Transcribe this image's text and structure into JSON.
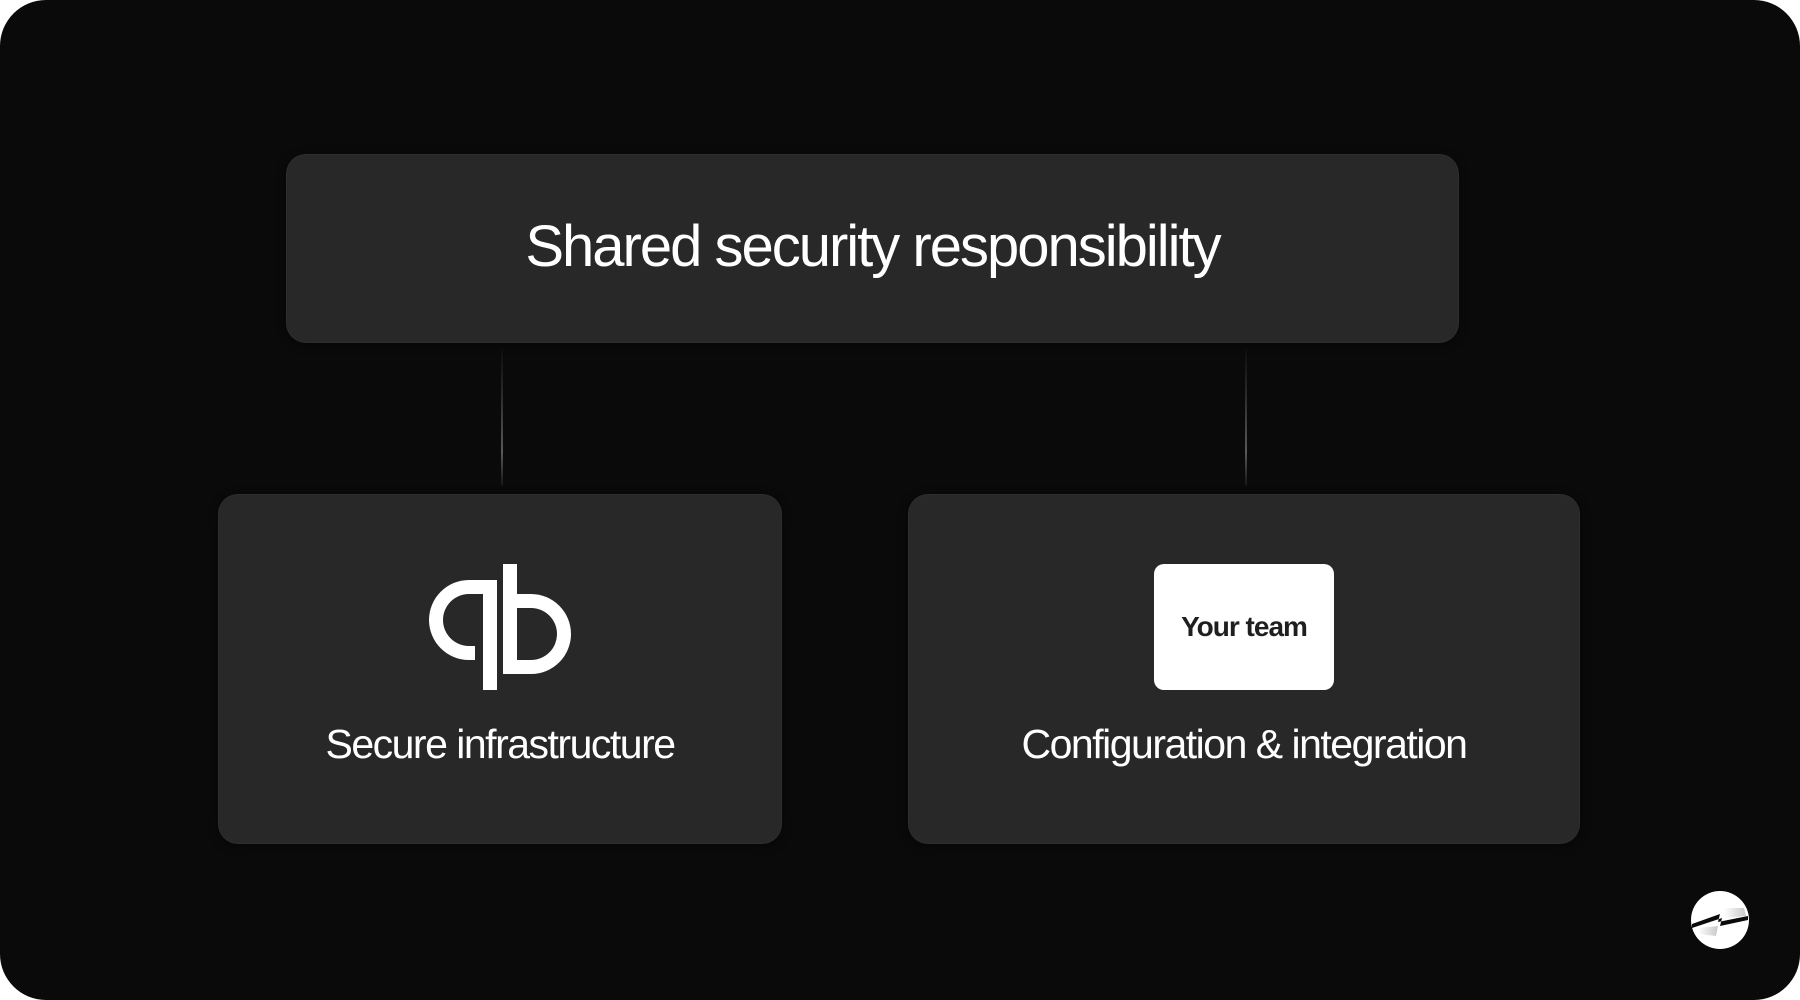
{
  "diagram": {
    "title": "Shared security responsibility",
    "children": [
      {
        "id": "provider",
        "logo": "qb-logo-icon",
        "label": "Secure infrastructure"
      },
      {
        "id": "customer",
        "badge": "Your team",
        "label": "Configuration & integration"
      }
    ],
    "connectors": [
      {
        "from": "title",
        "to": "provider"
      },
      {
        "from": "title",
        "to": "customer"
      }
    ]
  },
  "branding": {
    "corner_logo": "bolt-circle-logo-icon"
  },
  "colors": {
    "background": "#0a0a0a",
    "card": "#282828",
    "text": "#ffffff",
    "badge_bg": "#ffffff",
    "badge_text": "#1f1f1f"
  }
}
